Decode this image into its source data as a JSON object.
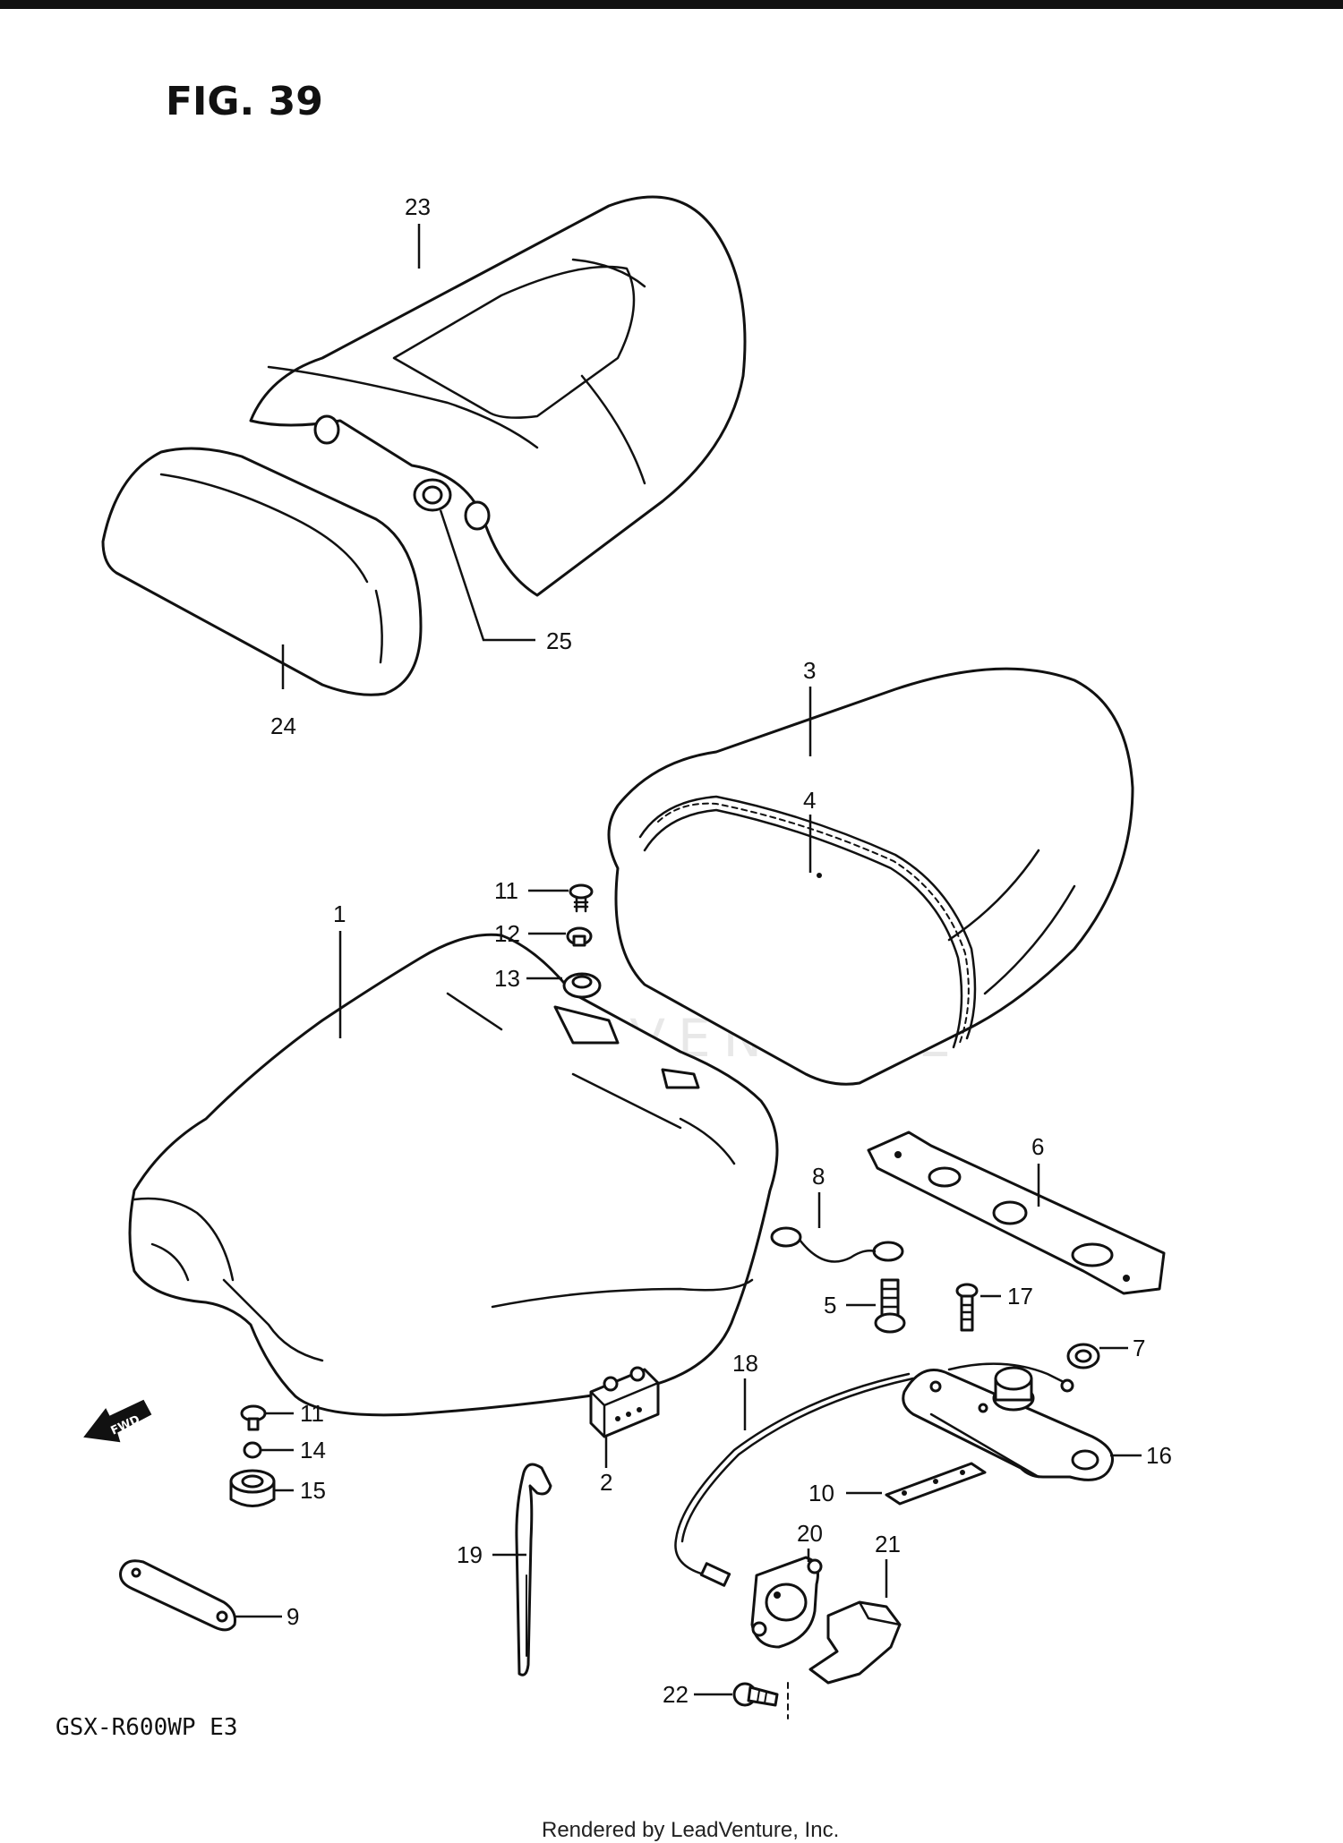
{
  "figure": {
    "title": "FIG. 39",
    "model": "GSX-R600WP E3"
  },
  "watermark": "LEADVENTURE",
  "footer": "Rendered by LeadVenture, Inc.",
  "fwd_arrow_text": "FWD",
  "callouts": {
    "c1": "1",
    "c2": "2",
    "c3": "3",
    "c4": "4",
    "c5": "5",
    "c6": "6",
    "c7": "7",
    "c8": "8",
    "c9": "9",
    "c10": "10",
    "c11a": "11",
    "c11b": "11",
    "c12": "12",
    "c13": "13",
    "c14": "14",
    "c15": "15",
    "c16": "16",
    "c17": "17",
    "c18": "18",
    "c19": "19",
    "c20": "20",
    "c21": "21",
    "c22": "22",
    "c23": "23",
    "c24": "24",
    "c25": "25"
  }
}
